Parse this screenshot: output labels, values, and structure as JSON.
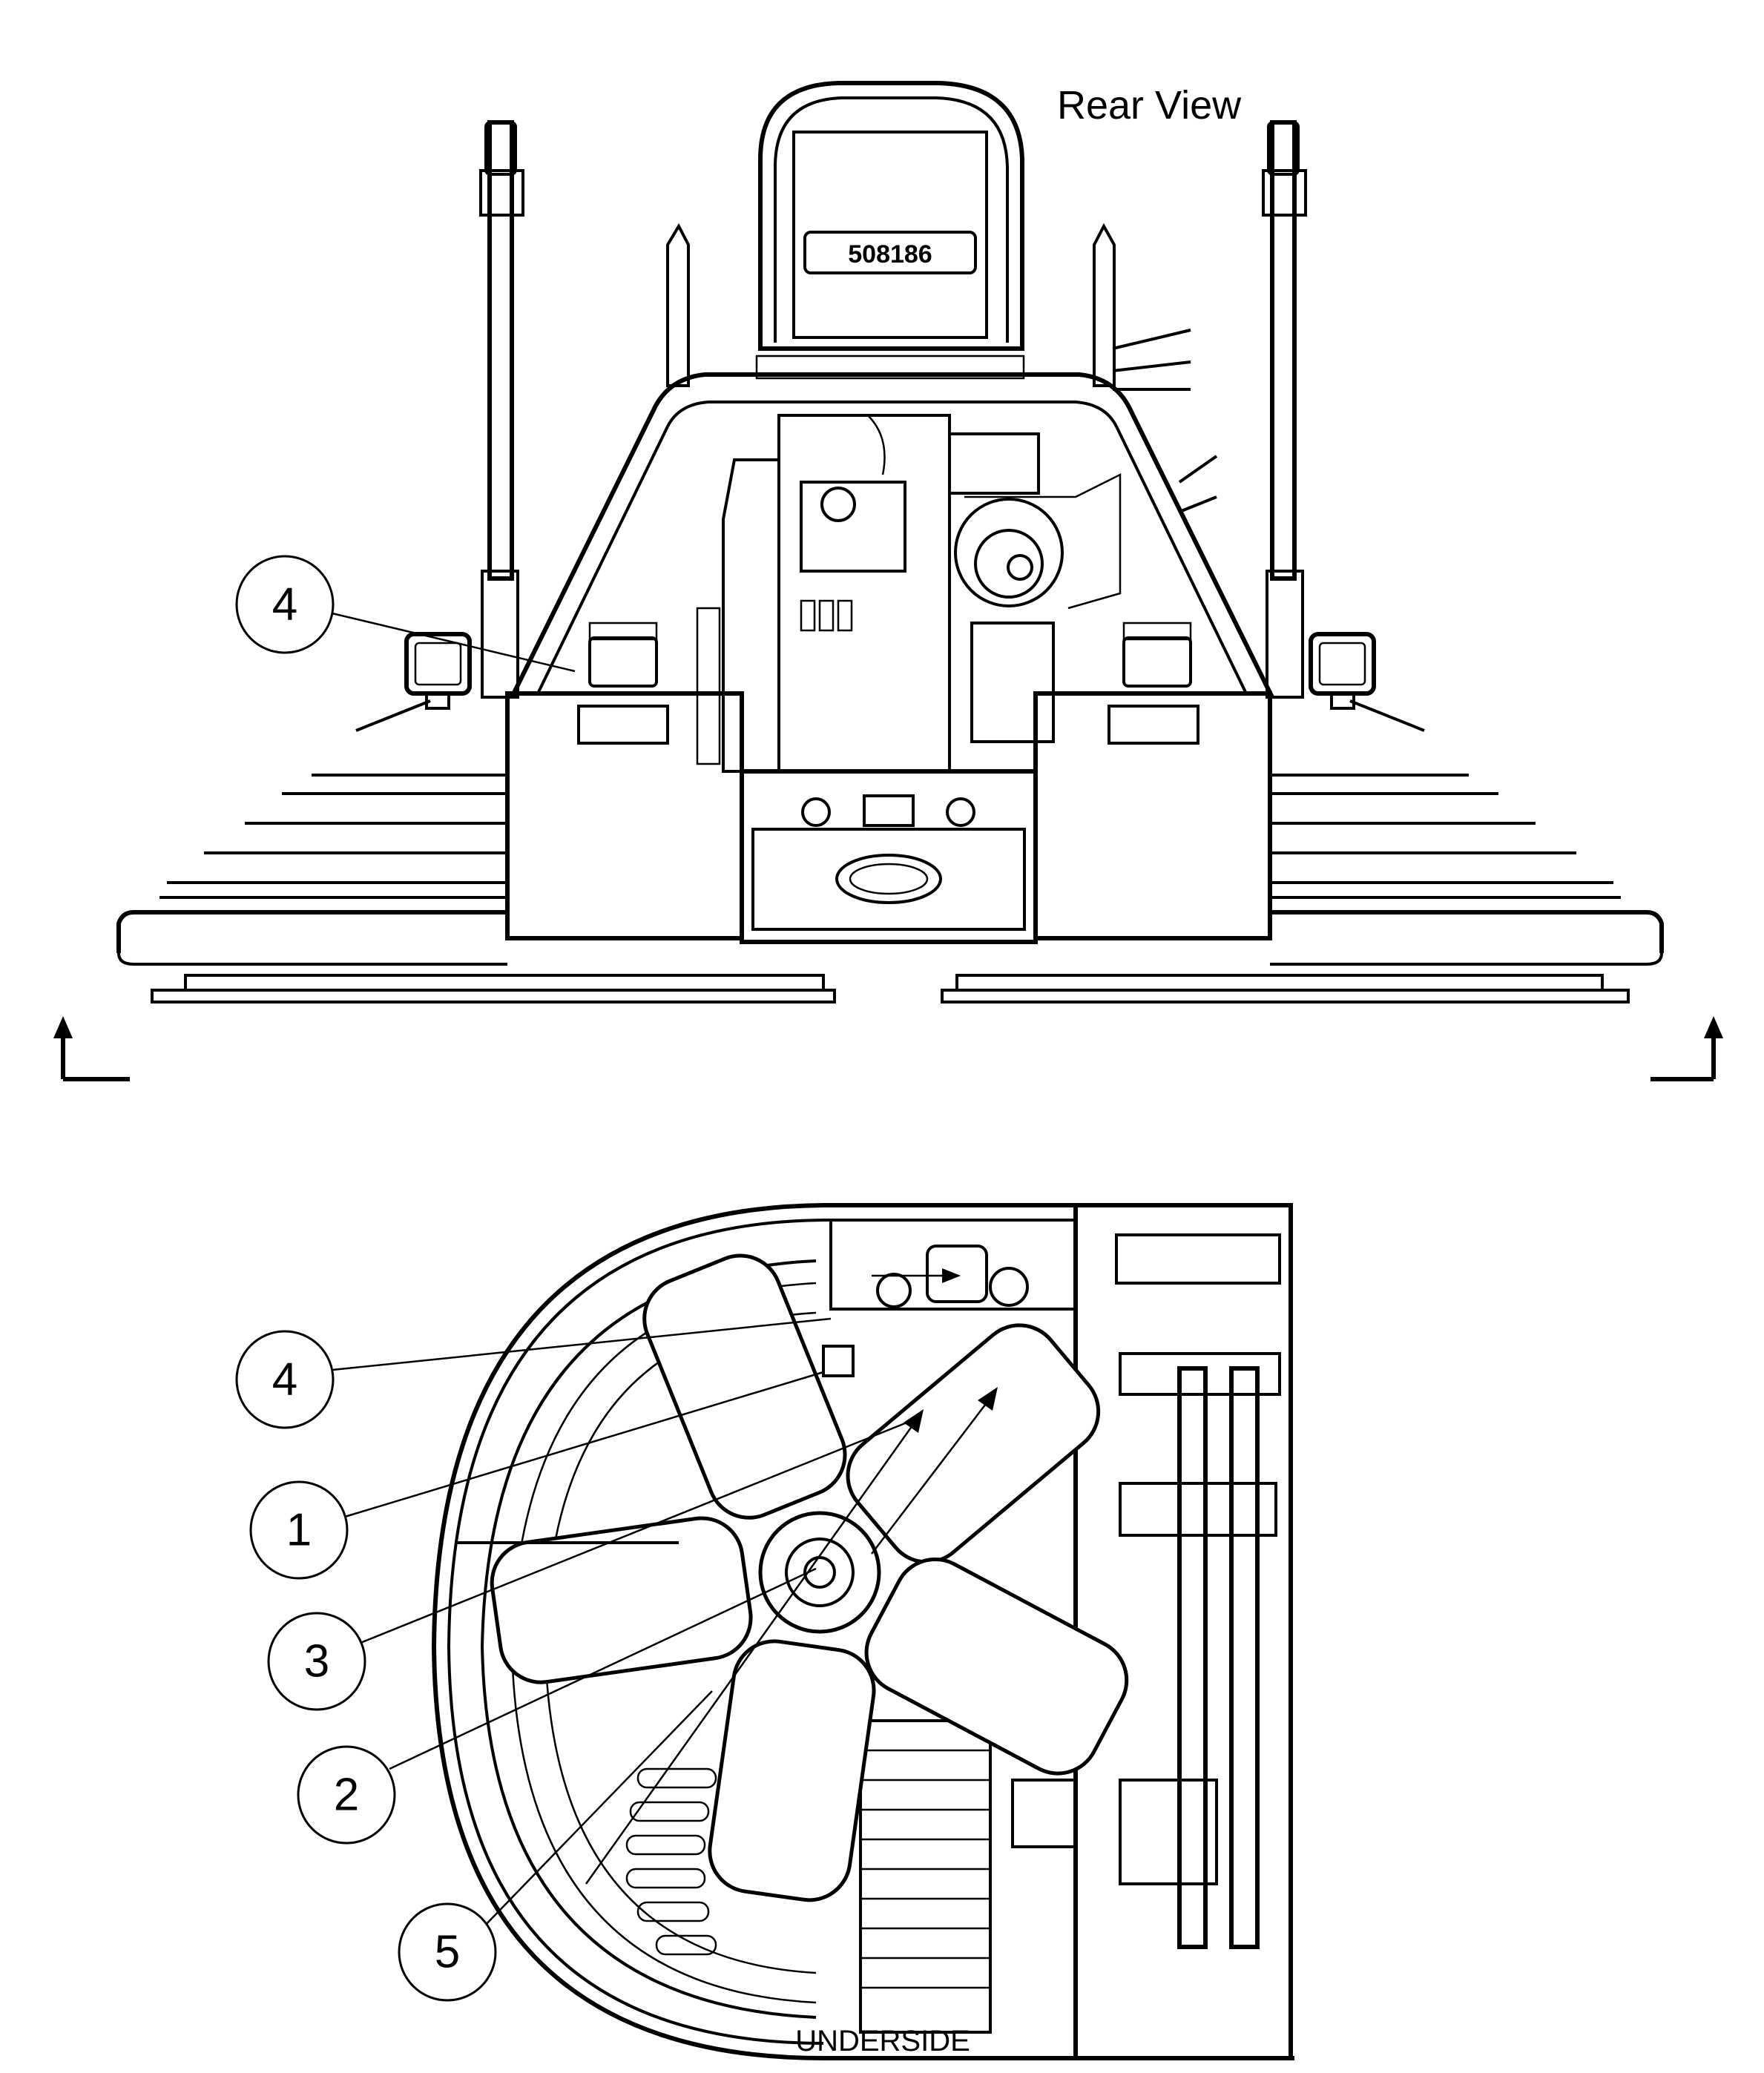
{
  "rear_view": {
    "title": "Rear View",
    "seat_label": "508186",
    "callouts": [
      {
        "number": "4"
      }
    ]
  },
  "underside": {
    "title": "UNDERSIDE",
    "callouts": [
      {
        "number": "4"
      },
      {
        "number": "1"
      },
      {
        "number": "3"
      },
      {
        "number": "2"
      },
      {
        "number": "5"
      }
    ]
  }
}
